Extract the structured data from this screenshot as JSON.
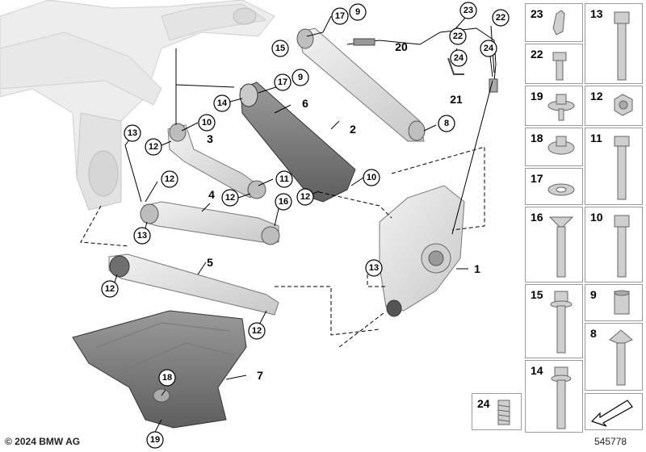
{
  "copyright": "© 2024 BMW AG",
  "doc_number": "545778",
  "callouts": {
    "c17a": "17",
    "c9a": "9",
    "c15": "15",
    "c23": "23",
    "c22a": "22",
    "c22b": "22",
    "c24a": "24",
    "c24b": "24",
    "c17b": "17",
    "c9b": "9",
    "c14": "14",
    "c10a": "10",
    "c12a": "12",
    "c8": "8",
    "c13a": "13",
    "c12b": "12",
    "c11": "11",
    "c12c": "12",
    "c16": "16",
    "c13b": "13",
    "c10b": "10",
    "c12d": "12",
    "c13c": "13",
    "c12e": "12",
    "c12f": "12",
    "c18": "18",
    "c19": "19"
  },
  "labels": {
    "l20": "20",
    "l21": "21",
    "l6": "6",
    "l2": "2",
    "l3": "3",
    "l4": "4",
    "l5": "5",
    "l1": "1",
    "l7": "7"
  },
  "parts_grid": [
    {
      "num": "23"
    },
    {
      "num": "13"
    },
    {
      "num": "22"
    },
    {
      "num": "19"
    },
    {
      "num": "12"
    },
    {
      "num": "18"
    },
    {
      "num": "11"
    },
    {
      "num": "17"
    },
    {
      "num": "16"
    },
    {
      "num": "10"
    },
    {
      "num": "15"
    },
    {
      "num": "9"
    },
    {
      "num": "8"
    },
    {
      "num": "14"
    }
  ],
  "bottom_cell": {
    "num": "24"
  },
  "colors": {
    "part_fill": "#cfcfcf",
    "part_dark": "#8c8c8c",
    "frame": "#ececec",
    "border": "#9a9a9a"
  }
}
